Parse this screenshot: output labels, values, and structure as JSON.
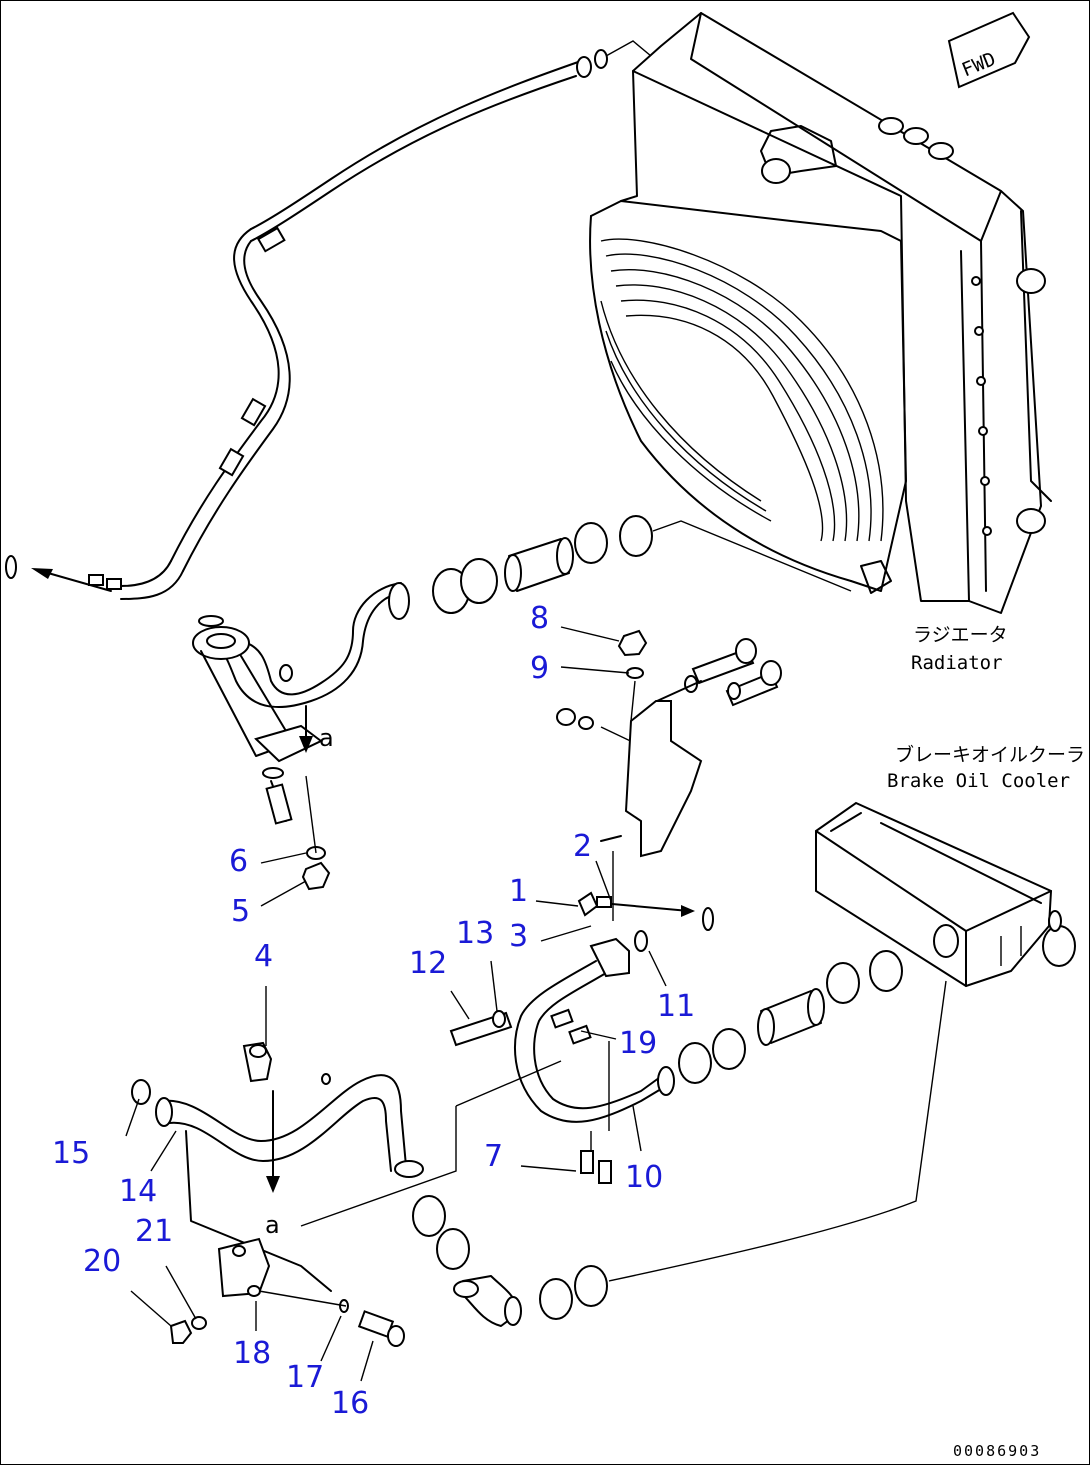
{
  "diagram": {
    "fwd_mark": "FWD",
    "drawing_number": "00086903",
    "labels": {
      "radiator_jp": "ラジエータ",
      "radiator_en": "Radiator",
      "brake_cooler_jp": "ブレーキオイルクーラ",
      "brake_cooler_en": "Brake Oil Cooler"
    },
    "connection_marks": {
      "upper": "a",
      "lower": "a"
    },
    "callouts": {
      "p1": "1",
      "p2": "2",
      "p3": "3",
      "p4": "4",
      "p5": "5",
      "p6": "6",
      "p7": "7",
      "p8": "8",
      "p9": "9",
      "p10": "10",
      "p11": "11",
      "p12": "12",
      "p13": "13",
      "p14": "14",
      "p15": "15",
      "p16": "16",
      "p17": "17",
      "p18": "18",
      "p19": "19",
      "p20": "20",
      "p21": "21"
    },
    "colors": {
      "callout": "#1a1ad6",
      "line": "#000000",
      "background": "#ffffff"
    }
  }
}
